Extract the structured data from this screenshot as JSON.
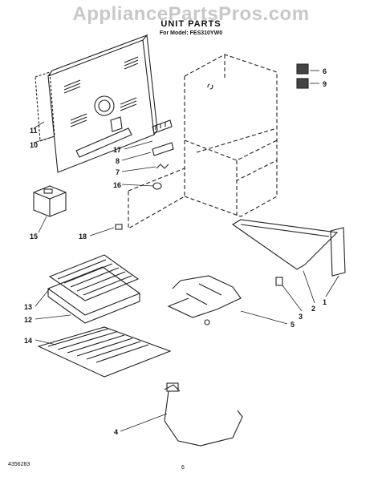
{
  "watermark": "AppliancePartsPros.com",
  "title": "UNIT PARTS",
  "model_line": "For Model: FES310YW0",
  "callouts": [
    "1",
    "2",
    "3",
    "4",
    "5",
    "6",
    "7",
    "8",
    "9",
    "10",
    "11",
    "12",
    "13",
    "14",
    "15",
    "16",
    "17",
    "18"
  ],
  "footer": {
    "doc_number": "4356283",
    "page": "6"
  }
}
